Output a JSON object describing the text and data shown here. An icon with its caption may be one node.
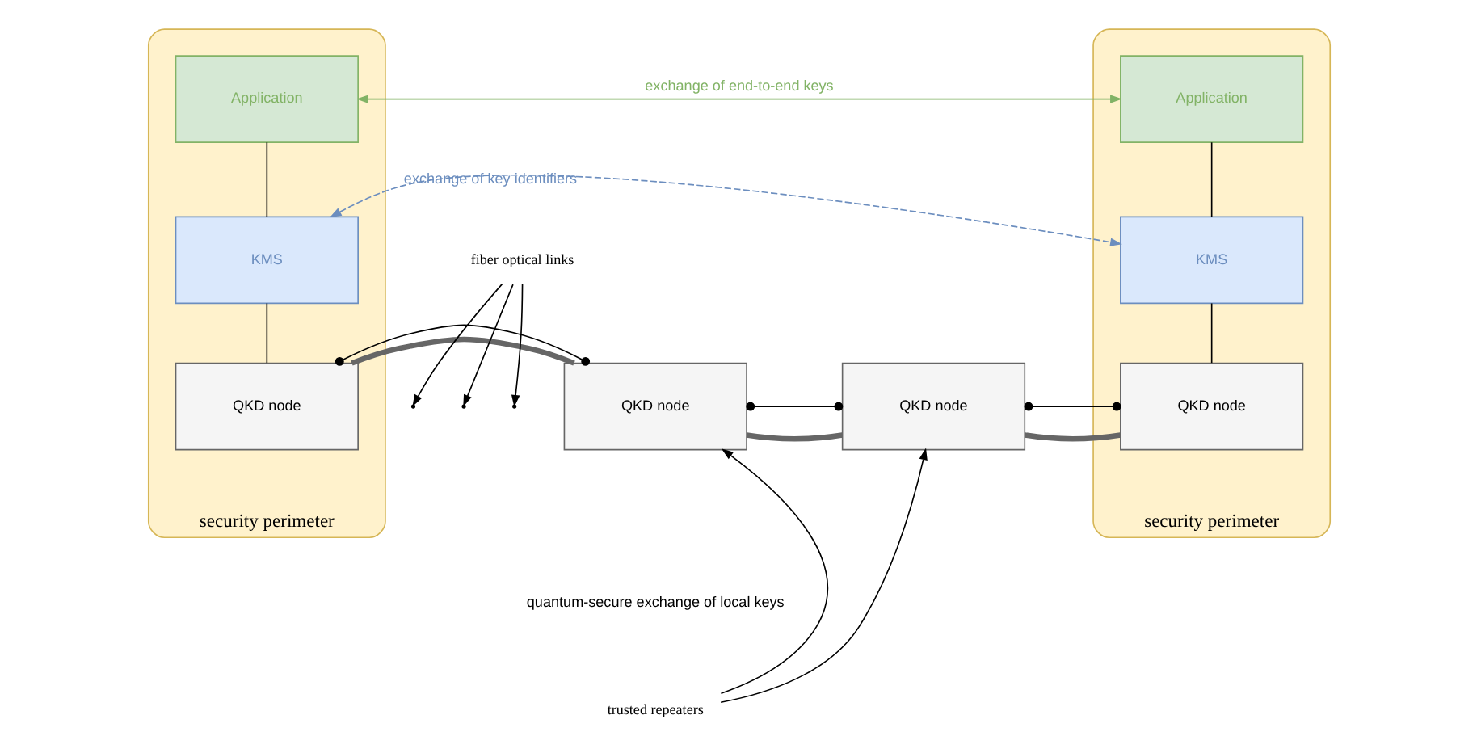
{
  "diagram": {
    "nodes": [
      {
        "text": [
          "security perimeter"
        ]
      },
      {
        "text": [
          "Application"
        ],
        "in": 0
      },
      {
        "text": [
          "KMS"
        ],
        "in": 0
      },
      {
        "text": [
          "QKD node"
        ],
        "in": 0
      },
      {
        "text": [
          "QKD node"
        ]
      },
      {
        "text": [
          "QKD node"
        ]
      },
      {
        "text": [
          "security perimeter"
        ]
      },
      {
        "text": [
          "Application"
        ],
        "in": 6
      },
      {
        "text": [
          "KMS"
        ],
        "in": 6
      },
      {
        "text": [
          "QKD node"
        ],
        "in": 6
      },
      {
        "text": [
          "fiber optical links"
        ]
      },
      {
        "text": [
          "trusted repeaters"
        ]
      }
    ],
    "edges": [
      {
        "from": 1,
        "to": 2,
        "arrow": "none"
      },
      {
        "from": 2,
        "to": 3,
        "arrow": "none"
      },
      {
        "from": 7,
        "to": 8,
        "arrow": "none"
      },
      {
        "from": 8,
        "to": 9,
        "arrow": "none"
      },
      {
        "from": 1,
        "to": 7,
        "arrow": "both",
        "label": "exchange of end-to-end keys",
        "color": "#82b366"
      },
      {
        "from": 2,
        "to": 8,
        "arrow": "both",
        "label": "exchange of key identifiers",
        "style": "dashed",
        "color": "#6c8ebf"
      },
      {
        "from": 3,
        "to": 4,
        "arrow": "none",
        "style": "thick",
        "color": "#666666"
      },
      {
        "from": 4,
        "to": 5,
        "arrow": "none",
        "style": "thick",
        "color": "#666666"
      },
      {
        "from": 5,
        "to": 9,
        "arrow": "none",
        "style": "thick",
        "color": "#666666"
      },
      {
        "from": 3,
        "to": 4,
        "arrow": "other"
      },
      {
        "from": 4,
        "to": 5,
        "arrow": "other"
      },
      {
        "from": 5,
        "to": 9,
        "arrow": "other"
      },
      {
        "from": 10,
        "to": null,
        "arrow": "to"
      },
      {
        "from": 10,
        "to": null,
        "arrow": "to"
      },
      {
        "from": 10,
        "to": null,
        "arrow": "to"
      },
      {
        "from": 11,
        "to": 4,
        "arrow": "to"
      },
      {
        "from": 11,
        "to": 5,
        "arrow": "to"
      }
    ],
    "labels": [
      "quantum-secure exchange of local keys"
    ]
  }
}
